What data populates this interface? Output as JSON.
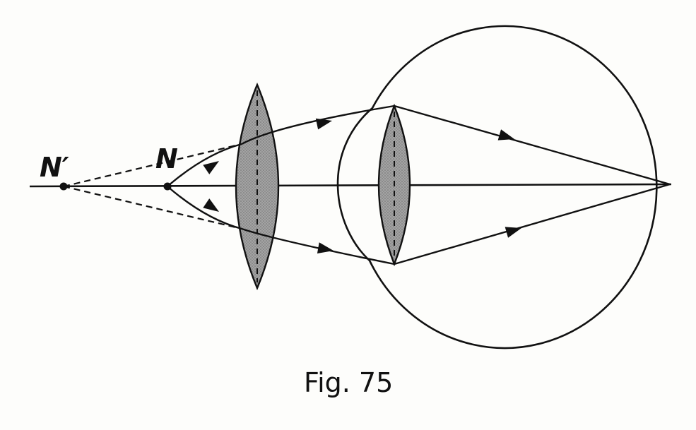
{
  "labels": {
    "far_point": "N′",
    "near_point": "N"
  },
  "caption": "Fig. 75",
  "colors": {
    "ink": "#111111",
    "lens_fill": "#9a9a9a",
    "background": "#fdfdfb"
  }
}
